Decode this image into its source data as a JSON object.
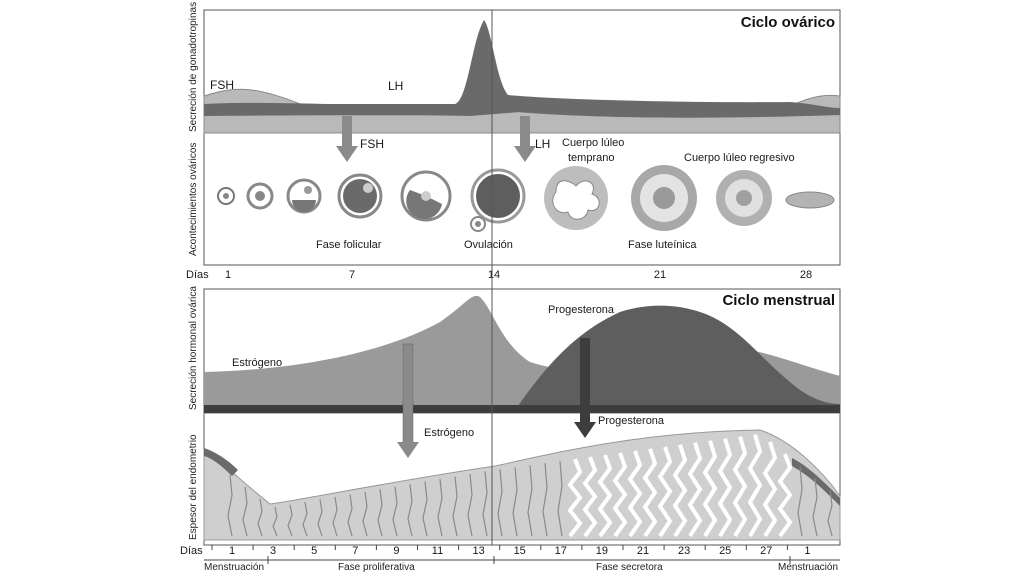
{
  "ovarian": {
    "title": "Ciclo ovárico",
    "axis_label": "Secreción de gonadotropinas",
    "fsh": "FSH",
    "lh": "LH",
    "arrow_fsh": "FSH",
    "arrow_lh": "LH"
  },
  "events": {
    "axis_label": "Acontecimientos ováricos",
    "corpus_early_1": "Cuerpo lúleo",
    "corpus_early_2": "temprano",
    "corpus_regressive": "Cuerpo lúleo regresivo",
    "follicular": "Fase folicular",
    "ovulation": "Ovulación",
    "luteal": "Fase luteínica"
  },
  "days_top": {
    "label": "Días",
    "ticks": [
      "1",
      "7",
      "14",
      "21",
      "28"
    ]
  },
  "menstrual": {
    "title": "Ciclo menstrual",
    "axis_label": "Secreción hormonal ovárica",
    "estrogen": "Estrógeno",
    "progesterone": "Progesterona",
    "arrow_estrogen": "Estrógeno",
    "arrow_progesterone": "Progesterona"
  },
  "endometrium": {
    "axis_label": "Espesor del endometrio"
  },
  "days_bottom": {
    "label": "Días",
    "ticks": [
      "1",
      "3",
      "5",
      "7",
      "9",
      "11",
      "13",
      "15",
      "17",
      "19",
      "21",
      "23",
      "25",
      "27",
      "1"
    ]
  },
  "phases": {
    "menstruation_start": "Menstruación",
    "proliferative": "Fase proliferativa",
    "secretory": "Fase secretora",
    "menstruation_end": "Menstruación"
  },
  "colors": {
    "curve_dark": "#5e5e5e",
    "curve_mid": "#8a8a8a",
    "curve_light": "#b4b4b4",
    "tissue": "#cfcfcf"
  }
}
